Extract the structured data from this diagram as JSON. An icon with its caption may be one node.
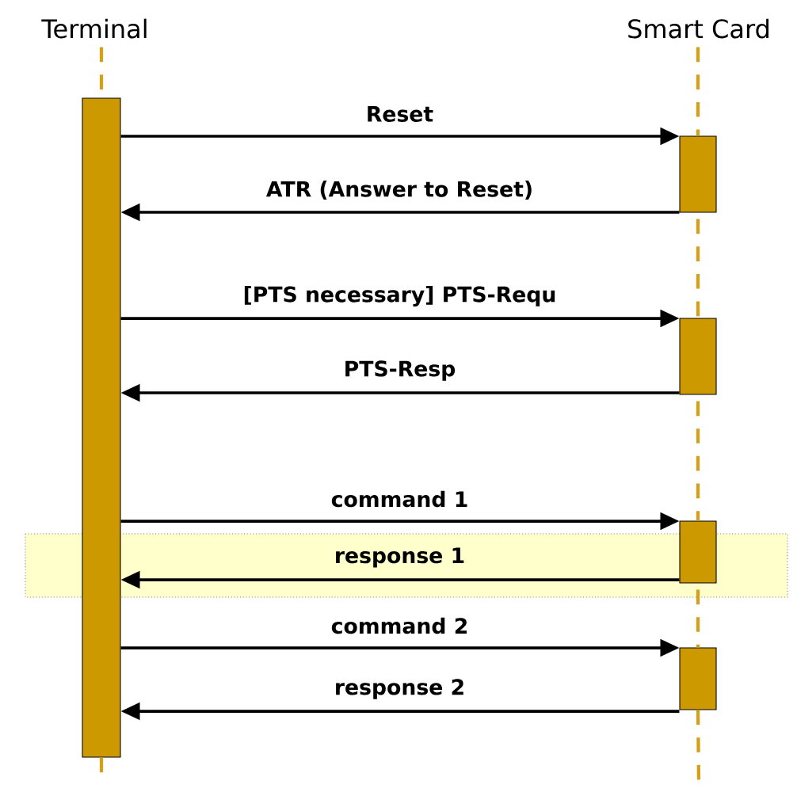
{
  "diagram": {
    "nodes": [
      {
        "text": [
          "Terminal"
        ]
      },
      {
        "text": [
          "Smart Card"
        ]
      },
      {
        "text": [],
        "shape": "bar"
      },
      {
        "text": [],
        "shape": "bar"
      },
      {
        "text": [],
        "shape": "bar"
      },
      {
        "text": [],
        "shape": "bar"
      },
      {
        "text": [],
        "shape": "bar"
      }
    ],
    "edges": [
      {
        "from": 2,
        "to": 3,
        "arrow": "to",
        "label": "Reset"
      },
      {
        "from": 3,
        "to": 2,
        "arrow": "to",
        "label": "ATR (Answer to Reset)"
      },
      {
        "from": 2,
        "to": 4,
        "arrow": "to",
        "label": "[PTS necessary] PTS-Requ"
      },
      {
        "from": 4,
        "to": 2,
        "arrow": "to",
        "label": "PTS-Resp"
      },
      {
        "from": 2,
        "to": 5,
        "arrow": "to",
        "label": "command 1"
      },
      {
        "from": 5,
        "to": 2,
        "arrow": "to",
        "label": "response 1"
      },
      {
        "from": 2,
        "to": 6,
        "arrow": "to",
        "label": "command 2"
      },
      {
        "from": 6,
        "to": 2,
        "arrow": "to",
        "label": "response 2"
      },
      {
        "from": 0,
        "to": 2,
        "arrow": "none",
        "style": "dashed",
        "color": "#d4a017"
      },
      {
        "from": 1,
        "to": 3,
        "arrow": "none",
        "style": "dashed",
        "color": "#d4a017"
      },
      {
        "from": 3,
        "to": 4,
        "arrow": "none",
        "style": "dashed",
        "color": "#d4a017"
      },
      {
        "from": 4,
        "to": 5,
        "arrow": "none",
        "style": "dashed",
        "color": "#d4a017"
      },
      {
        "from": 5,
        "to": 6,
        "arrow": "none",
        "style": "dashed",
        "color": "#d4a017"
      },
      {
        "from": 2,
        "to": null,
        "arrow": "none",
        "style": "dashed",
        "color": "#d4a017"
      },
      {
        "from": 6,
        "to": null,
        "arrow": "none",
        "style": "dashed",
        "color": "#d4a017"
      }
    ]
  }
}
